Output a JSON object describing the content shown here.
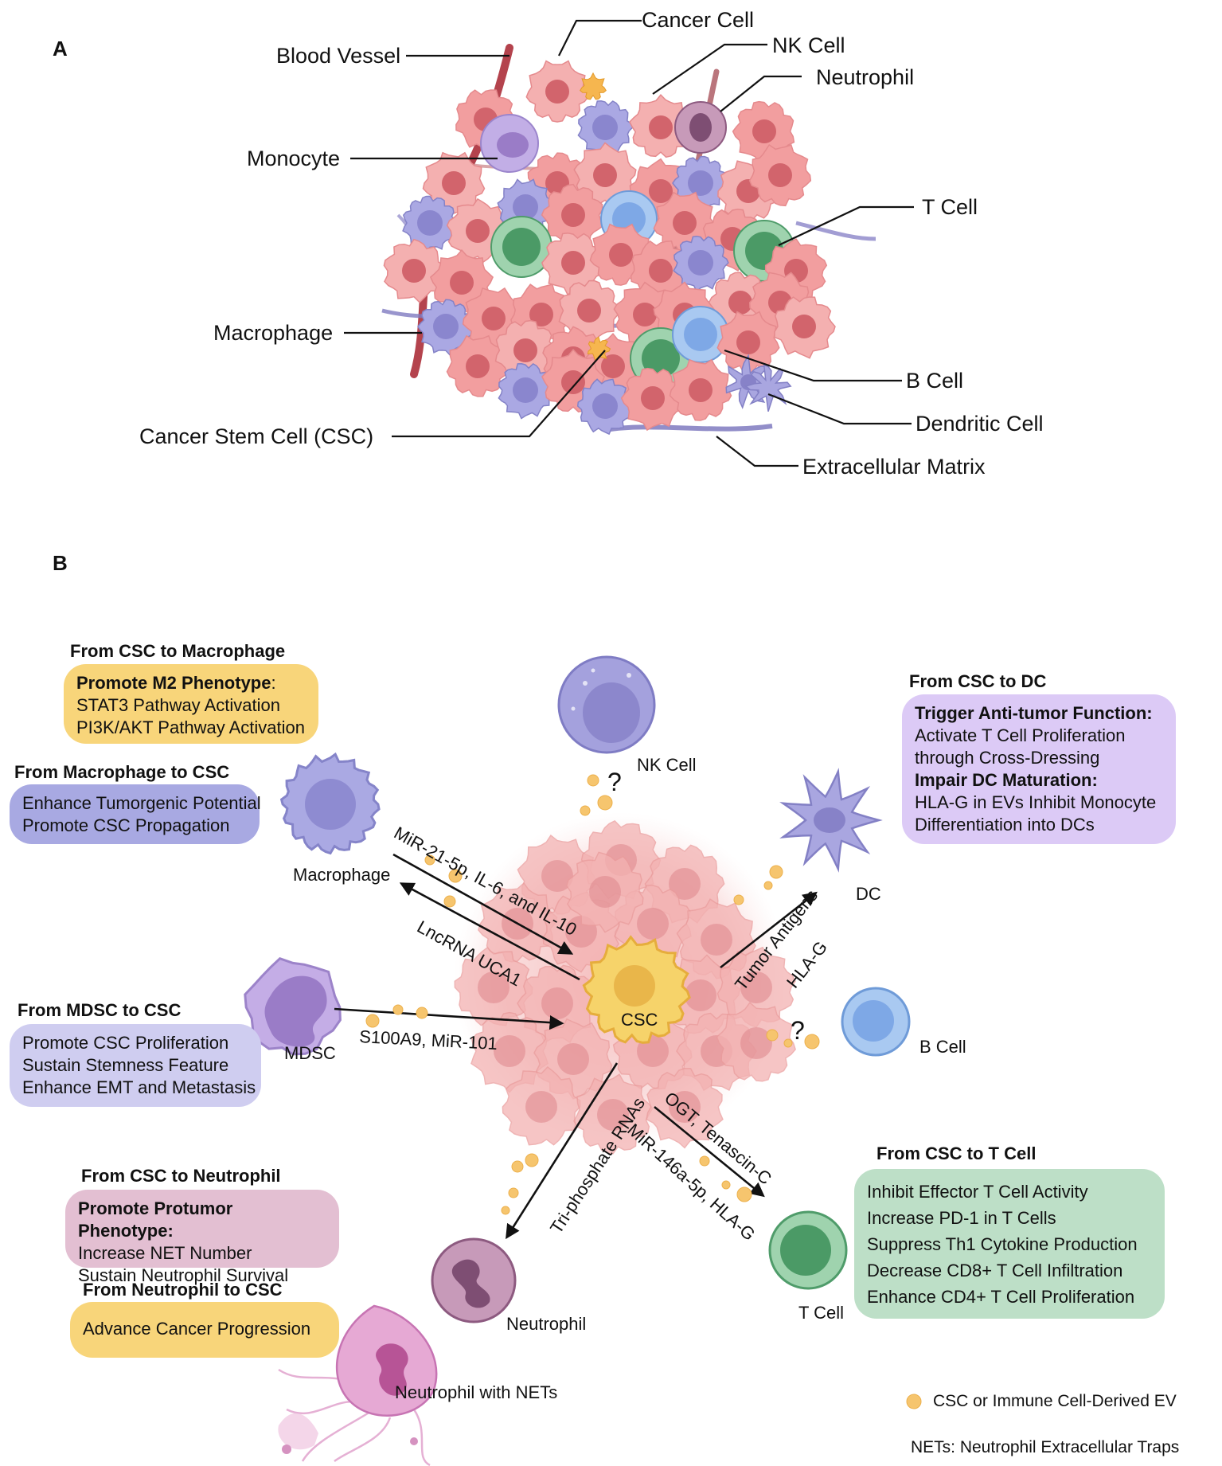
{
  "panel_a": {
    "letter": "A",
    "labels": {
      "cancer_cell": "Cancer Cell",
      "nk_cell": "NK Cell",
      "neutrophil": "Neutrophil",
      "blood_vessel": "Blood Vessel",
      "monocyte": "Monocyte",
      "t_cell": "T Cell",
      "macrophage": "Macrophage",
      "b_cell": "B Cell",
      "dendritic_cell": "Dendritic Cell",
      "csc": "Cancer Stem Cell (CSC)",
      "ecm": "Extracellular Matrix"
    }
  },
  "panel_b": {
    "letter": "B",
    "cell_labels": {
      "nk": "NK Cell",
      "macrophage": "Macrophage",
      "dc": "DC",
      "mdsc": "MDSC",
      "csc": "CSC",
      "b_cell": "B Cell",
      "t_cell": "T Cell",
      "neutrophil": "Neutrophil",
      "neutrophil_nets": "Neutrophil with NETs"
    },
    "question_mark": "?",
    "arrows": {
      "mir21": "MiR-21-5p, IL-6, and IL-10",
      "lncrna": "LncRNA UCA1",
      "tumor_antigens": "Tumor Antigens",
      "hlag_dc": "HLA-G",
      "s100a9": "S100A9, MiR-101",
      "triphosphate": "Tri-phosphate RNAs",
      "ogt": "OGT, Tenascin-C",
      "mir146": "MiR-146a-5p, HLA-G"
    },
    "boxes": {
      "csc_macrophage": {
        "title": "From CSC to Macrophage",
        "heading": "Promote M2 Phenotype",
        "heading_suffix": ":",
        "lines": [
          "STAT3 Pathway Activation",
          "PI3K/AKT Pathway Activation"
        ]
      },
      "macrophage_csc": {
        "title": "From Macrophage to CSC",
        "lines": [
          "Enhance Tumorgenic Potential",
          "Promote CSC Propagation"
        ]
      },
      "mdsc_csc": {
        "title": "From MDSC to CSC",
        "lines": [
          "Promote CSC Proliferation",
          "Sustain Stemness Feature",
          "Enhance EMT and Metastasis"
        ]
      },
      "csc_dc": {
        "title": "From CSC to DC",
        "heading1": "Trigger Anti-tumor Function:",
        "lines1": [
          "Activate T Cell Proliferation",
          "through Cross-Dressing"
        ],
        "heading2": "Impair DC Maturation:",
        "lines2": [
          "HLA-G in EVs Inhibit Monocyte",
          "Differentiation into DCs"
        ]
      },
      "csc_neutrophil": {
        "title": "From CSC to Neutrophil",
        "heading": "Promote Protumor Phenotype:",
        "lines": [
          "Increase NET Number",
          "Sustain Neutrophil Survival"
        ]
      },
      "neutrophil_csc": {
        "title": "From Neutrophil to CSC",
        "lines": [
          "Advance Cancer Progression"
        ]
      },
      "csc_tcell": {
        "title": "From CSC to T Cell",
        "lines": [
          "Inhibit Effector T Cell Activity",
          "Increase PD-1 in T Cells",
          "Suppress Th1 Cytokine Production",
          "Decrease CD8+ T Cell Infiltration",
          "Enhance CD4+ T Cell Proliferation"
        ]
      }
    },
    "legend": {
      "ev": "CSC or Immune Cell-Derived EV",
      "nets": "NETs: Neutrophil Extracellular Traps"
    }
  },
  "colors": {
    "cancer_cell": "#f2a3a3",
    "csc": "#f6d36a",
    "macrophage": "#a9a8e3",
    "t_cell": "#6dbb8a",
    "b_cell": "#9cc4ef",
    "neutrophil": "#c99bbd",
    "ev": "#f6c56e"
  }
}
